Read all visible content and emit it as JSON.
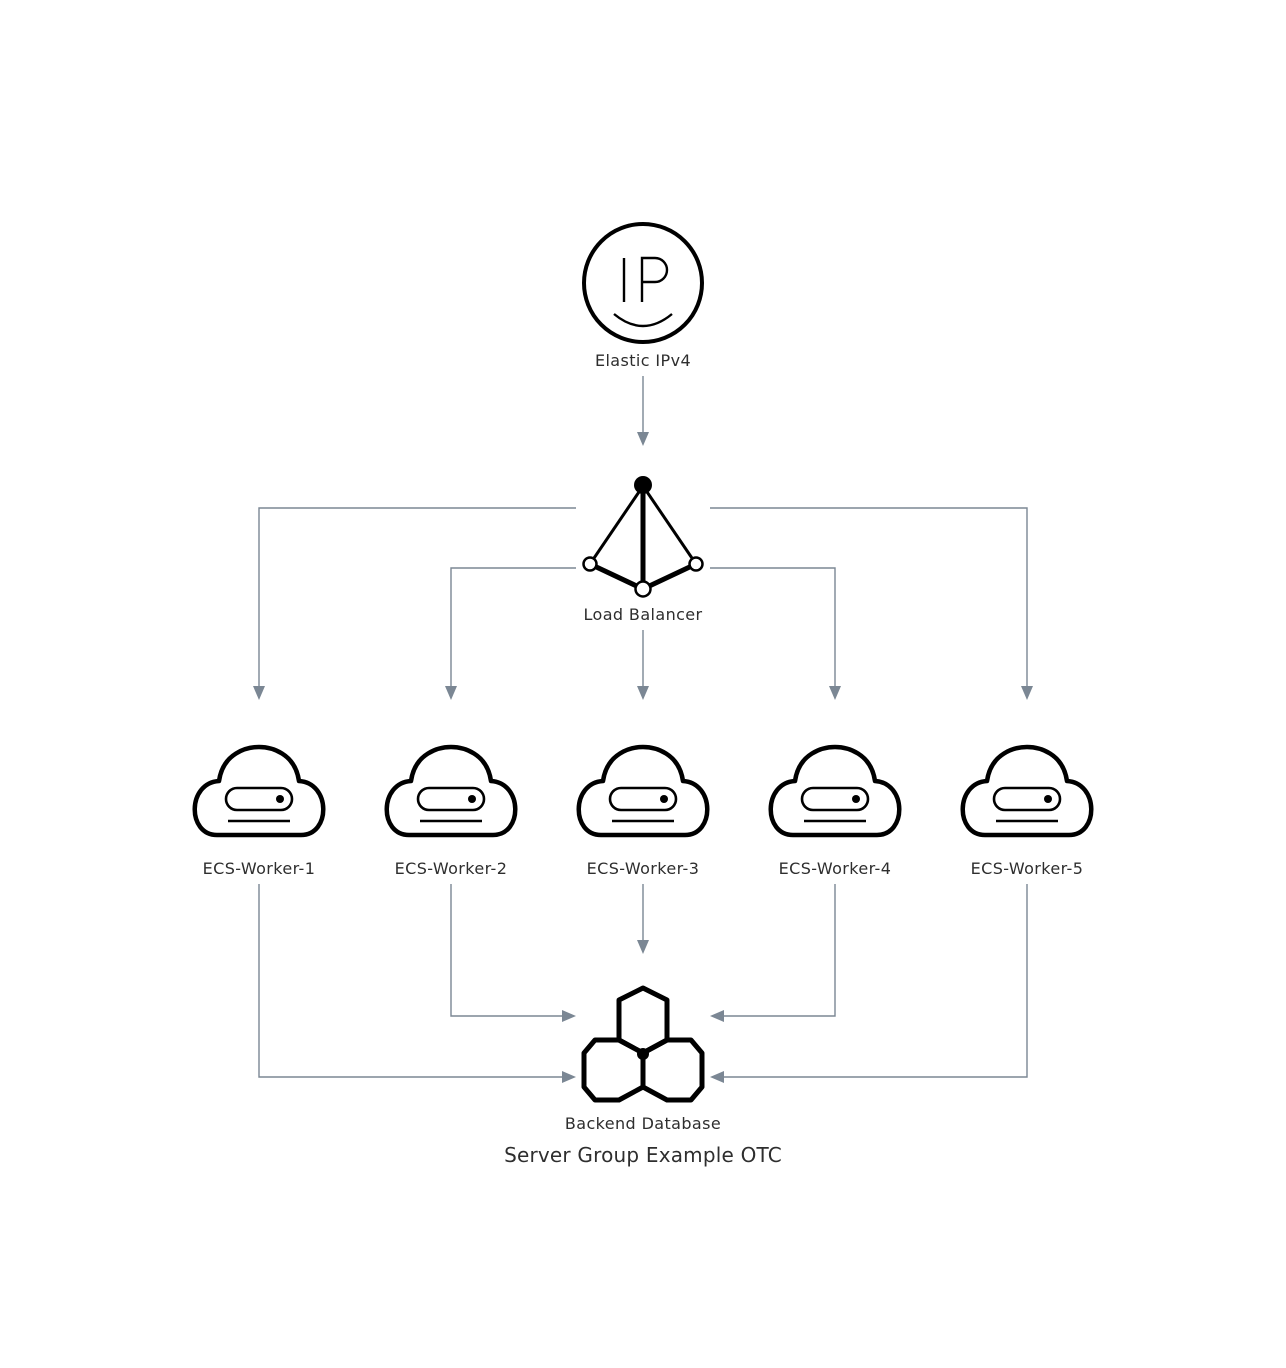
{
  "diagram": {
    "title": "Server Group Example OTC",
    "nodes": {
      "eip": {
        "label": "Elastic IPv4",
        "icon": "elastic-ip-icon"
      },
      "lb": {
        "label": "Load Balancer",
        "icon": "load-balancer-icon"
      },
      "workers": [
        {
          "label": "ECS-Worker-1",
          "icon": "ecs-cloud-server-icon"
        },
        {
          "label": "ECS-Worker-2",
          "icon": "ecs-cloud-server-icon"
        },
        {
          "label": "ECS-Worker-3",
          "icon": "ecs-cloud-server-icon"
        },
        {
          "label": "ECS-Worker-4",
          "icon": "ecs-cloud-server-icon"
        },
        {
          "label": "ECS-Worker-5",
          "icon": "ecs-cloud-server-icon"
        }
      ],
      "db": {
        "label": "Backend Database",
        "icon": "database-icon"
      }
    },
    "edges": [
      {
        "from": "Elastic IPv4",
        "to": "Load Balancer"
      },
      {
        "from": "Load Balancer",
        "to": "ECS-Worker-1"
      },
      {
        "from": "Load Balancer",
        "to": "ECS-Worker-2"
      },
      {
        "from": "Load Balancer",
        "to": "ECS-Worker-3"
      },
      {
        "from": "Load Balancer",
        "to": "ECS-Worker-4"
      },
      {
        "from": "Load Balancer",
        "to": "ECS-Worker-5"
      },
      {
        "from": "ECS-Worker-1",
        "to": "Backend Database"
      },
      {
        "from": "ECS-Worker-2",
        "to": "Backend Database"
      },
      {
        "from": "ECS-Worker-3",
        "to": "Backend Database"
      },
      {
        "from": "ECS-Worker-4",
        "to": "Backend Database"
      },
      {
        "from": "ECS-Worker-5",
        "to": "Backend Database"
      }
    ],
    "colors": {
      "edge": "#7b8794",
      "icon": "#000000",
      "text": "#2e2e2e",
      "background": "#ffffff"
    }
  }
}
